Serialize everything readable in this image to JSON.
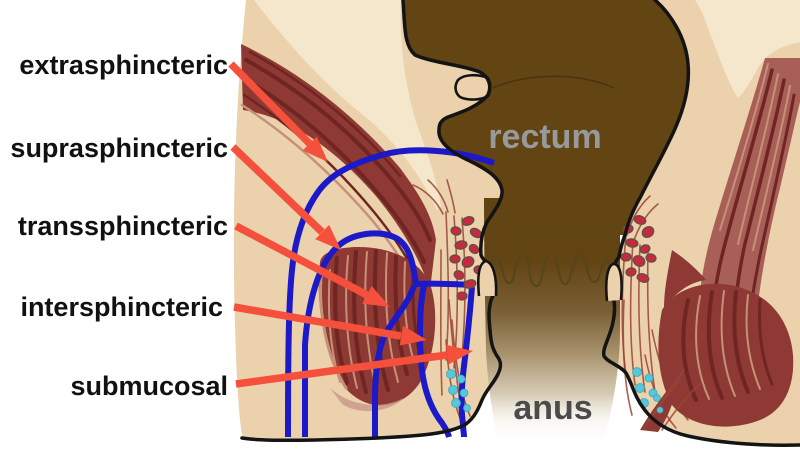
{
  "figure": {
    "labels": [
      {
        "text": "extrasphincteric"
      },
      {
        "text": "suprasphincteric"
      },
      {
        "text": "transsphincteric"
      },
      {
        "text": "intersphincteric"
      },
      {
        "text": "submucosal"
      }
    ],
    "anatomy_labels": {
      "rectum": "rectum",
      "anus": "anus"
    },
    "colors": {
      "background": "#ffffff",
      "skin": "#ebd2ac",
      "skin_light": "#f5e7cb",
      "rectum_fill": "#634413",
      "outline": "#141414",
      "muscle": "#8e3933",
      "muscle_mid": "#a85f58",
      "muscle_dark": "#6f2522",
      "muscle_light": "#c79179",
      "tract_blue": "#1c19c8",
      "arrow_red": "#f4503c",
      "gland_red": "#c72a3c",
      "duct_cyan": "#57c6d9",
      "rectum_label": "#97999b",
      "anus_label": "#4b4b4b",
      "label_text": "#111111"
    }
  }
}
